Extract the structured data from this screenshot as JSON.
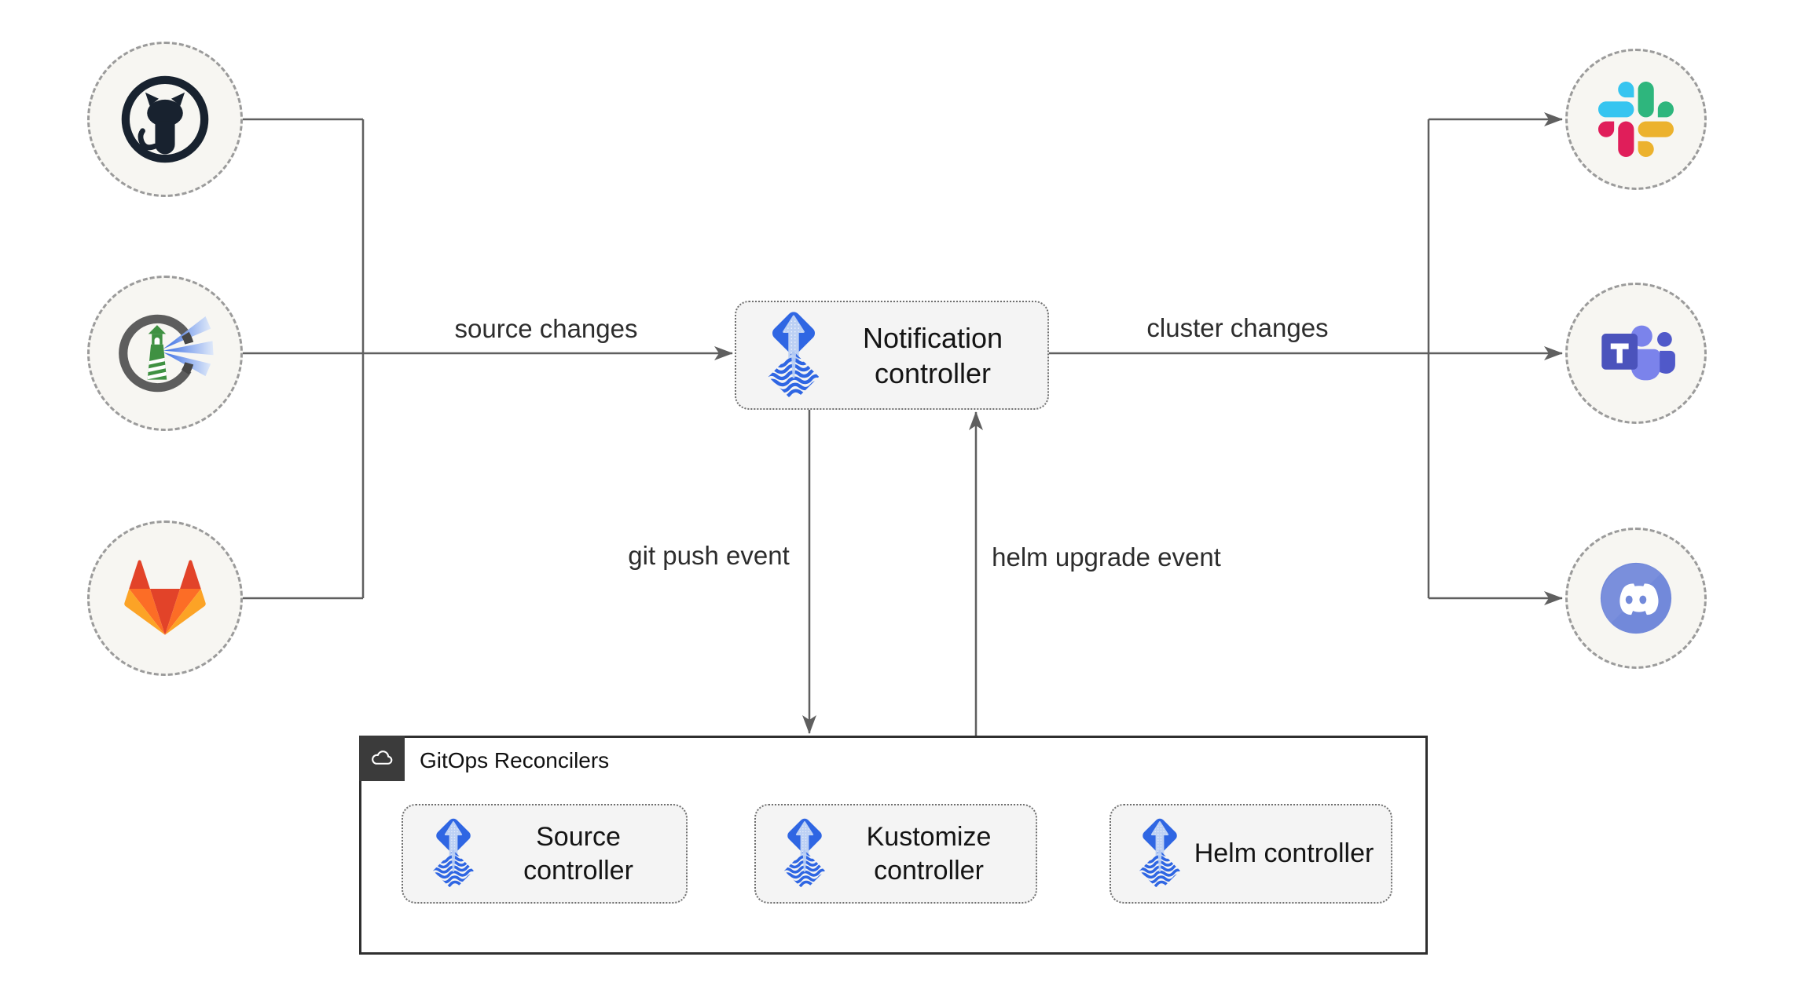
{
  "nodes": {
    "notification": {
      "label": "Notification controller",
      "icon": "flux"
    },
    "source": {
      "label": "Source controller",
      "icon": "flux"
    },
    "kustomize": {
      "label": "Kustomize controller",
      "icon": "flux"
    },
    "helm": {
      "label": "Helm controller",
      "icon": "flux"
    }
  },
  "group": {
    "label": "GitOps Reconcilers",
    "icon": "cloud"
  },
  "edge_labels": {
    "source_changes": "source changes",
    "cluster_changes": "cluster changes",
    "git_push": "git push event",
    "helm_upgrade": "helm upgrade event"
  },
  "icons": {
    "left": [
      "github",
      "harbor",
      "gitlab"
    ],
    "right": [
      "slack",
      "microsoft-teams",
      "discord"
    ],
    "node_icon": "flux",
    "group_icon": "cloud"
  },
  "colors": {
    "background": "#ffffff",
    "edge": "#5f5f5f",
    "node_fill": "#f4f4f4",
    "node_border": "#6f6f6f",
    "circle_fill": "#f7f6f2",
    "circle_border": "#9b9b9b",
    "group_border": "#2f2f2f",
    "badge_bg": "#3b3b3b",
    "flux_blue": "#2f66e3",
    "flux_arrow_light": "#bcd0f4",
    "github_dark": "#18222f",
    "harbor_gray": "#5d5d5d",
    "harbor_green": "#3f9142",
    "gitlab_red": "#e24329",
    "gitlab_orange": "#fc6d26",
    "gitlab_amber": "#fca326",
    "slack_blue": "#36c5f0",
    "slack_green": "#2eb67d",
    "slack_yellow": "#ecb22e",
    "slack_pink": "#e01e5a",
    "teams_purple": "#4b53bc",
    "teams_mid": "#5059c9",
    "teams_light": "#7b83eb",
    "discord_blurple": "#7289da"
  }
}
